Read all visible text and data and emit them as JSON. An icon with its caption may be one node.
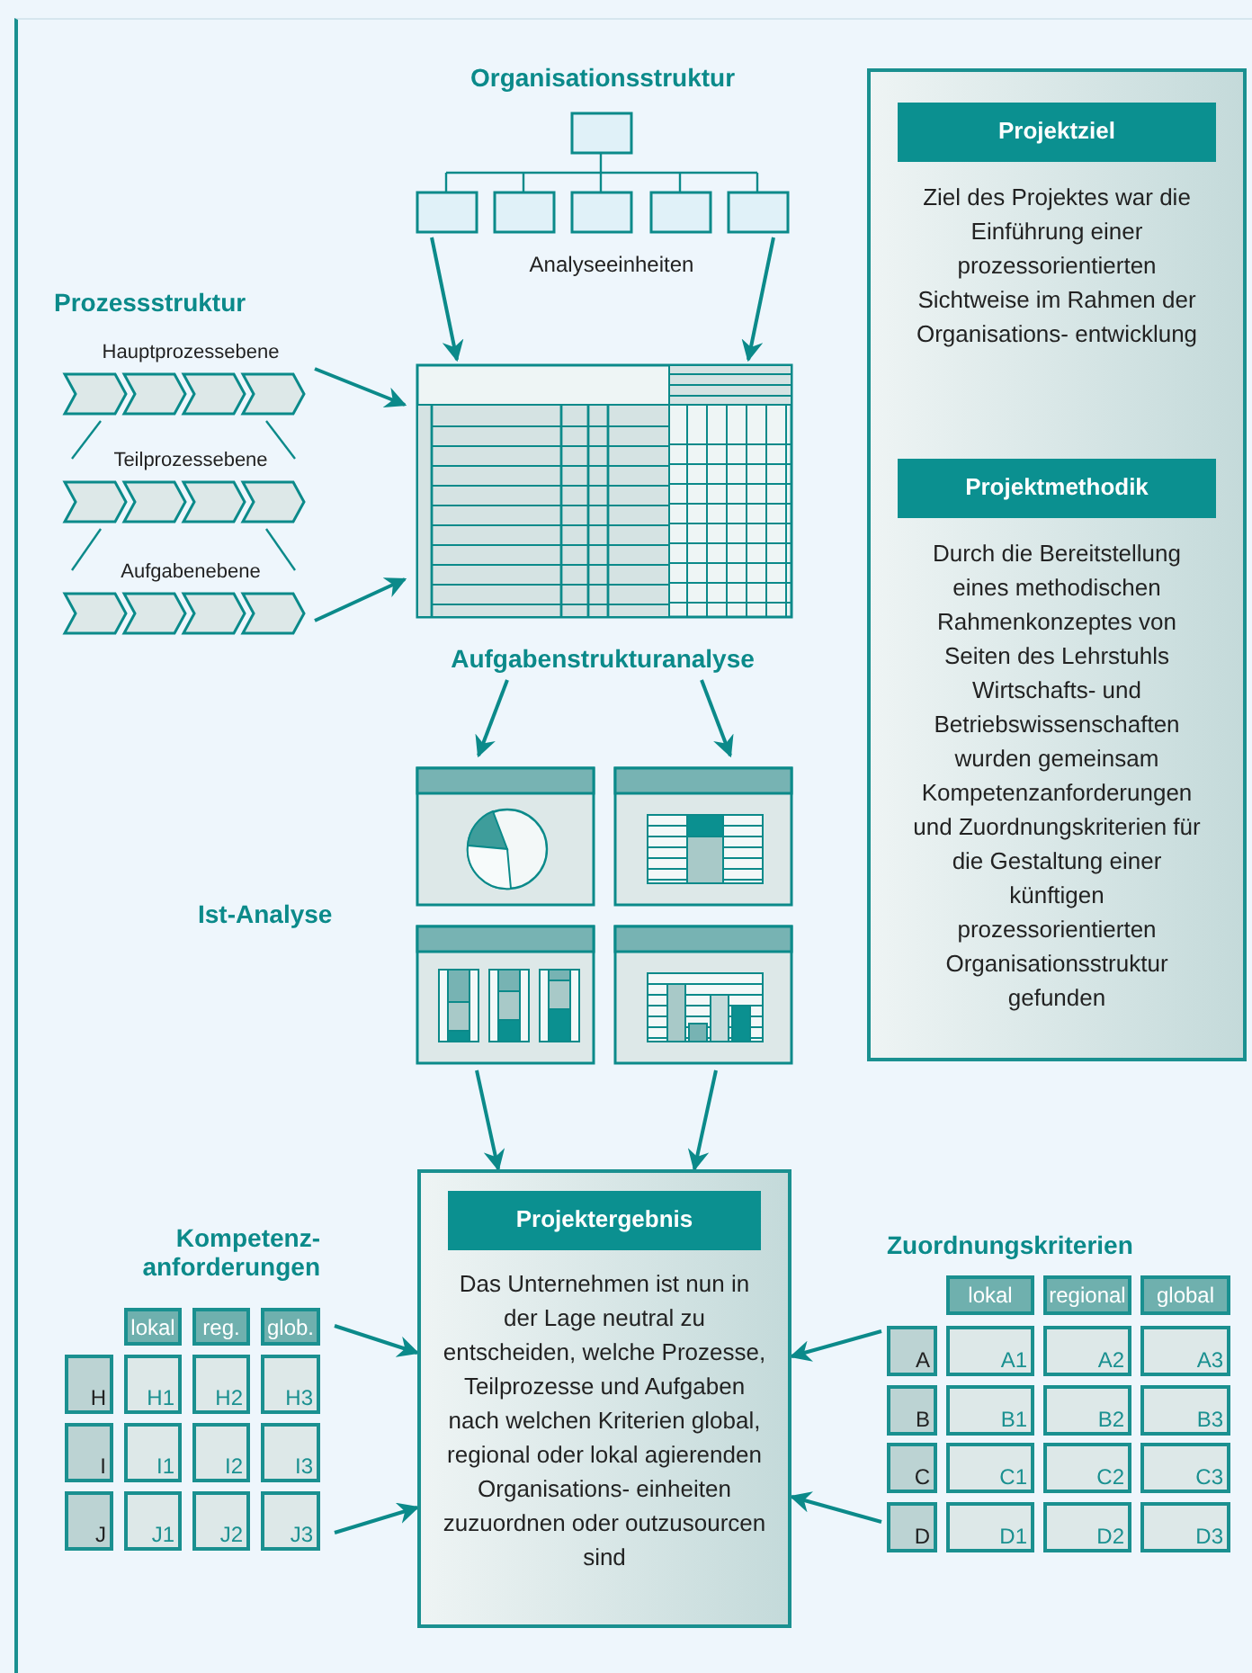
{
  "diagram": {
    "nodes": [
      {
        "text": [
          "Organisationsstruktur"
        ],
        "beside": [
          "Analyseeinheiten"
        ]
      },
      {
        "text": [
          "Prozessstruktur",
          "Hauptprozessebene",
          "Teilprozessebene",
          "Aufgabenebene"
        ]
      },
      {
        "text": [
          "Aufgabenstrukturanalyse"
        ]
      },
      {
        "text": [
          "Ist-Analyse"
        ]
      },
      {
        "text": [
          "Projektergebnis",
          "Das Unternehmen ist nun in der Lage neutral zu entscheiden, welche Prozesse, Teilprozesse und Aufgaben nach welchen Kriterien global, regional oder lokal agierenden Organisations- einheiten zuzuordnen oder outzusourcen sind"
        ]
      },
      {
        "text": [
          "Kompetenz- anforderungen",
          "lokal",
          "reg.",
          "glob.",
          "H",
          "H1",
          "H2",
          "H3",
          "I",
          "I1",
          "I2",
          "I3",
          "J",
          "J1",
          "J2",
          "J3"
        ]
      },
      {
        "text": [
          "Zuordnungskriterien",
          "lokal",
          "regional",
          "global",
          "A",
          "A1",
          "A2",
          "A3",
          "B",
          "B1",
          "B2",
          "B3",
          "C",
          "C1",
          "C2",
          "C3",
          "D",
          "D1",
          "D2",
          "D3"
        ]
      },
      {
        "text": [
          "Projektziel",
          "Ziel des Projektes war die Einführung einer prozessorientierten Sichtweise im Rahmen der Organisations- entwicklung",
          "Projektmethodik",
          "Durch die Bereitstellung eines methodischen Rahmenkonzeptes von Seiten des Lehrstuhls Wirtschafts- und Betriebswissenschaften wurden gemeinsam Kompetenzanforderungen und Zuordnungskriterien für die Gestaltung einer künftigen prozessorientierten Organisationsstruktur gefunden"
        ]
      }
    ],
    "edges": [
      {
        "from": 0,
        "to": 2,
        "arrow": "to"
      },
      {
        "from": 0,
        "to": 2,
        "arrow": "to"
      },
      {
        "from": 1,
        "to": 2,
        "arrow": "to"
      },
      {
        "from": 1,
        "to": 2,
        "arrow": "to"
      },
      {
        "from": 2,
        "to": 3,
        "arrow": "to"
      },
      {
        "from": 2,
        "to": 3,
        "arrow": "to"
      },
      {
        "from": 3,
        "to": 4,
        "arrow": "to"
      },
      {
        "from": 3,
        "to": 4,
        "arrow": "to"
      },
      {
        "from": 5,
        "to": 4,
        "arrow": "to"
      },
      {
        "from": 5,
        "to": 4,
        "arrow": "to"
      },
      {
        "from": 6,
        "to": 4,
        "arrow": "to"
      },
      {
        "from": 6,
        "to": 4,
        "arrow": "to"
      }
    ]
  }
}
